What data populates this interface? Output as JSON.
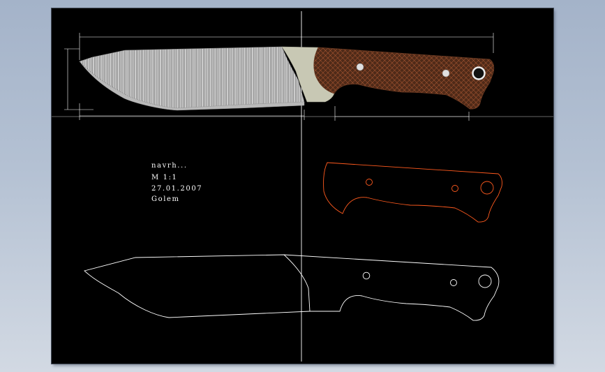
{
  "title_block": {
    "name": "navrh...",
    "scale": "M 1:1",
    "date": "27.01.2007",
    "author": "Golem"
  },
  "dimensions": {
    "overall_length": "",
    "blade_length": "",
    "handle_length": "",
    "blade_height": ""
  },
  "colors": {
    "background": "#000000",
    "outline": "#ffffff",
    "handle_outline": "#ff5a1e",
    "handle_fill": "#5a2e1a",
    "bolster": "#c8c8b4"
  },
  "icons": {
    "lanyard_hole": "circle-outline",
    "pin": "circle-dot"
  }
}
